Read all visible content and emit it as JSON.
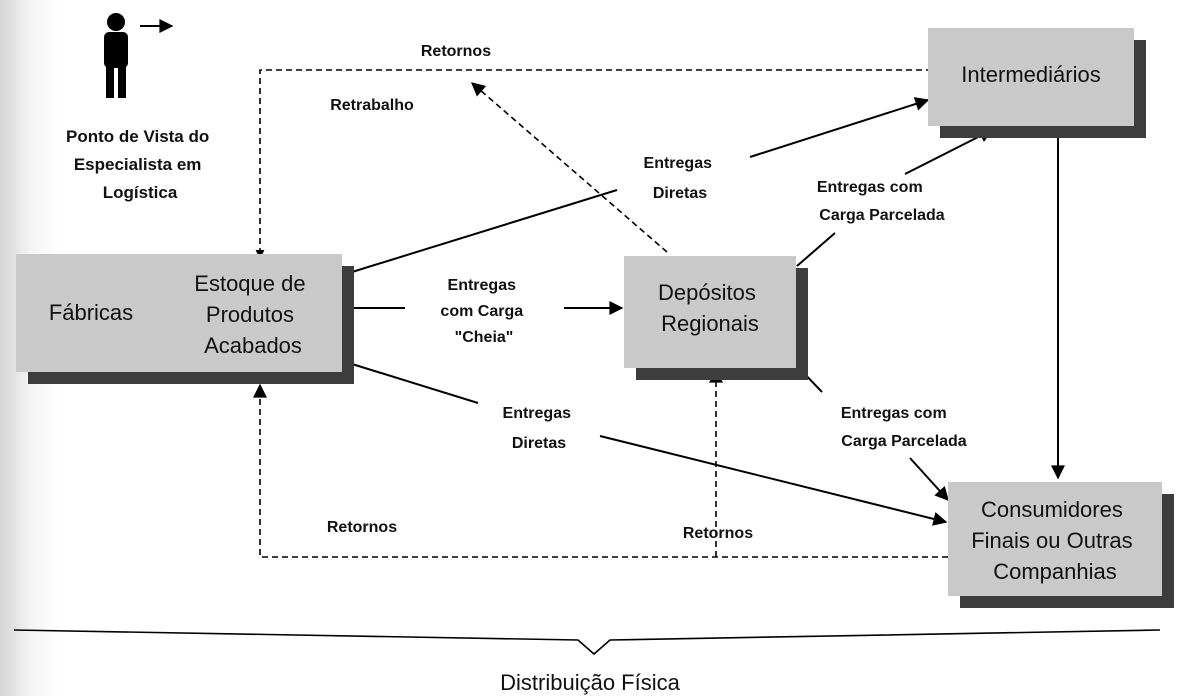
{
  "nodes": {
    "fabricas": "Fábricas",
    "estoque": [
      "Estoque de",
      "Produtos",
      "Acabados"
    ],
    "depositos": [
      "Depósitos",
      "Regionais"
    ],
    "intermediarios": "Intermediários",
    "consumidores": [
      "Consumidores",
      "Finais ou Outras",
      "Companhias"
    ]
  },
  "caption": [
    "Ponto de Vista do",
    "Especialista em",
    "Logística"
  ],
  "labels": {
    "retornos_top": "Retornos",
    "retrabalho": "Retrabalho",
    "entregas_diretas_top": [
      "Entregas",
      "Diretas"
    ],
    "entregas_carga_cheia": [
      "Entregas",
      "com Carga",
      "\"Cheia\""
    ],
    "entregas_parcelada_top": [
      "Entregas com",
      "Carga Parcelada"
    ],
    "entregas_diretas_bottom": [
      "Entregas",
      "Diretas"
    ],
    "entregas_parcelada_bottom": [
      "Entregas com",
      "Carga Parcelada"
    ],
    "retornos_bottom_left": "Retornos",
    "retornos_bottom_mid": "Retornos"
  },
  "footer": "Distribuição Física"
}
